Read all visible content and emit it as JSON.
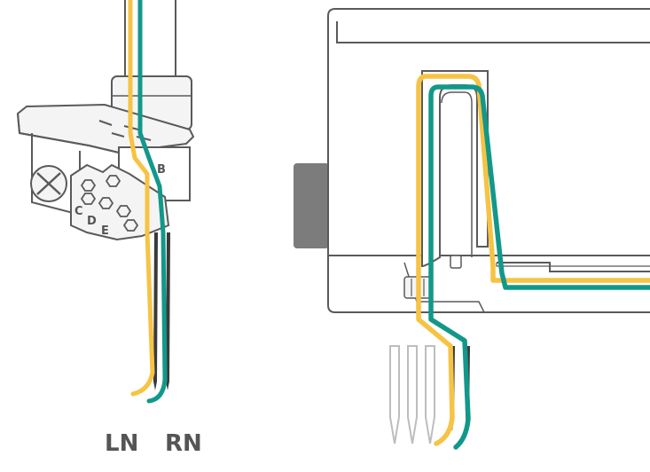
{
  "colors": {
    "yellow_thread": "#F6C344",
    "green_thread": "#12988A",
    "outline": "#5A5A5A",
    "fill_light": "#F4F4F4",
    "fill_body": "#FFFFFF",
    "dark_block": "#7C7C7C",
    "needle_grey": "#BDBDBD",
    "needle_dark": "#3A3A3A",
    "label": "#555555"
  },
  "left_figure": {
    "guide_letters": {
      "b": "B",
      "c": "C",
      "d": "D",
      "e": "E"
    },
    "needle_labels": {
      "left": "LN",
      "right": "RN"
    }
  },
  "icons": [
    "screw-icon",
    "hex-holes-icon",
    "needle-icon"
  ]
}
